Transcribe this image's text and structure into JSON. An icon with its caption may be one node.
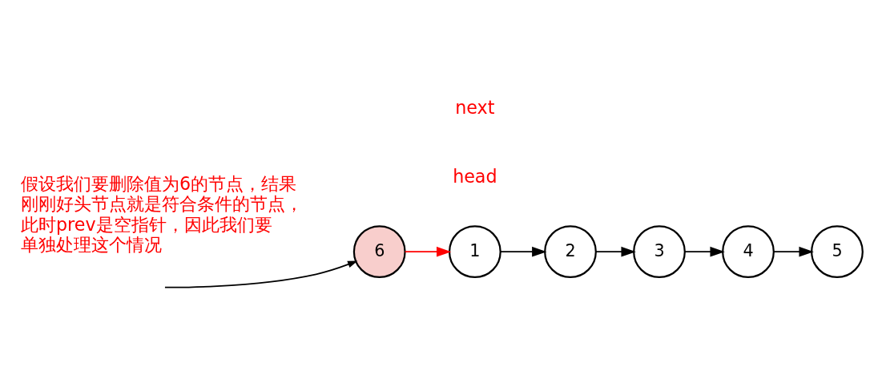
{
  "diagram": {
    "nodes": [
      {
        "text": [
          "6"
        ]
      },
      {
        "text": [
          "1"
        ]
      },
      {
        "text": [
          "2"
        ]
      },
      {
        "text": [
          "3"
        ]
      },
      {
        "text": [
          "4"
        ]
      },
      {
        "text": [
          "5"
        ]
      }
    ],
    "edges": [
      {
        "from": null,
        "to": 0,
        "arrow": "to"
      },
      {
        "from": 0,
        "to": 1,
        "arrow": "to",
        "color": "#ff0000"
      },
      {
        "from": 1,
        "to": 2,
        "arrow": "to"
      },
      {
        "from": 2,
        "to": 3,
        "arrow": "to"
      },
      {
        "from": 3,
        "to": 4,
        "arrow": "to"
      },
      {
        "from": 4,
        "to": 5,
        "arrow": "to"
      }
    ],
    "labels": [
      "假设我们要删除值为6的节点，结果刚刚好头节点就是符合条件的节点，此时prev是空指针，因此我们要单独处理这个情况",
      "head",
      "next"
    ]
  }
}
